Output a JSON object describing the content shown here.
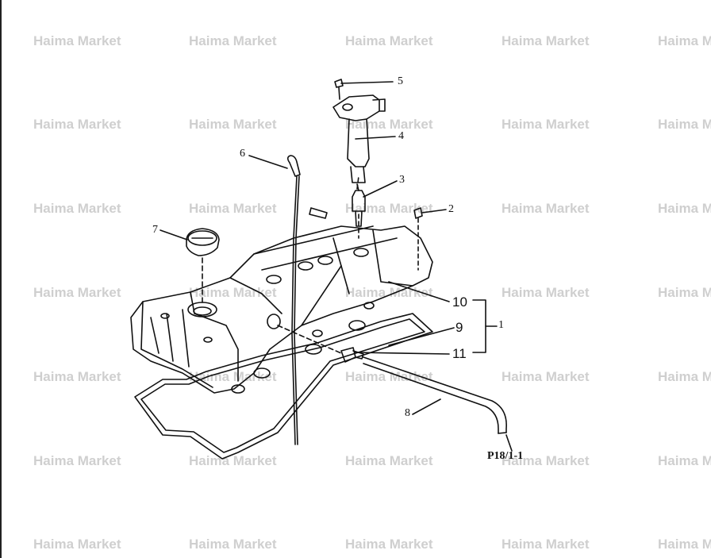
{
  "watermark": "Haima Market",
  "callouts": {
    "c1": "1",
    "c2": "2",
    "c3": "3",
    "c4": "4",
    "c5": "5",
    "c6": "6",
    "c7": "7",
    "c8": "8",
    "c9": "9",
    "c10": "10",
    "c11": "11"
  },
  "reference": "P18/1-1"
}
